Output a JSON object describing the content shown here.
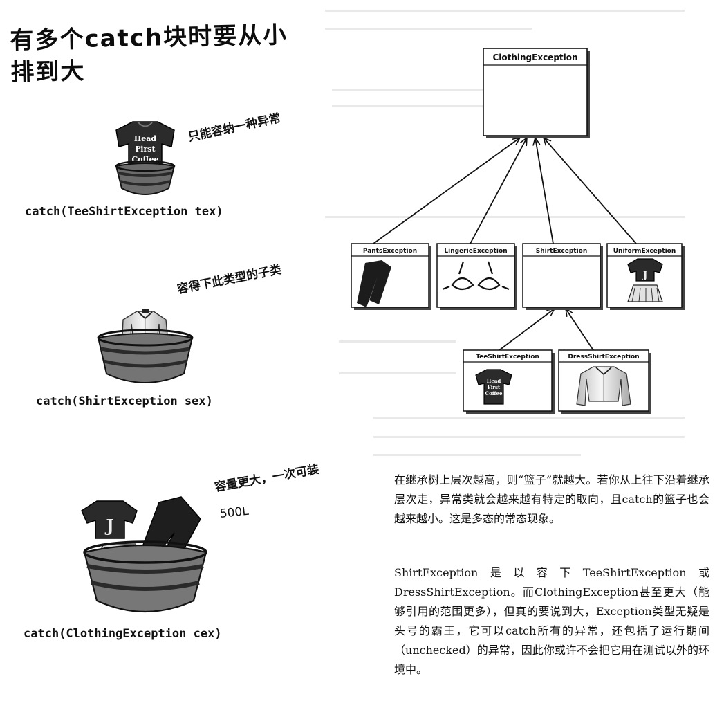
{
  "heading": {
    "line1": "有多个catch块时要从小",
    "line2": "排到大"
  },
  "notes": {
    "tee": "只能容纳一种异常",
    "shirt": "容得下此类型的子类",
    "clothing_line1": "容量更大，一次可装",
    "clothing_line2": "500L"
  },
  "catches": {
    "tee": "catch(TeeShirtException tex)",
    "shirt": "catch(ShirtException sex)",
    "clothing": "catch(ClothingException cex)"
  },
  "tee_print": [
    "Head",
    "First",
    "Coffee"
  ],
  "uniform_letter": "J",
  "diagram": {
    "root": "ClothingException",
    "children": [
      "PantsException",
      "LingerieException",
      "ShirtException",
      "UniformException"
    ],
    "grandchildren": [
      "TeeShirtException",
      "DressShirtException"
    ]
  },
  "paragraphs": {
    "p1": "在继承树上层次越高，则“篮子”就越大。若你从上往下沿着继承层次走，异常类就会越来越有特定的取向，且catch的篮子也会越来越小。这是多态的常态现象。",
    "p2": "ShirtException是以容下TeeShirtException或DressShirtException。而ClothingException甚至更大（能够引用的范围更多），但真的要说到大，Exception类型无疑是头号的霸王，它可以catch所有的异常，还包括了运行期间（unchecked）的异常，因此你或许不会把它用在测试以外的环境中。"
  }
}
